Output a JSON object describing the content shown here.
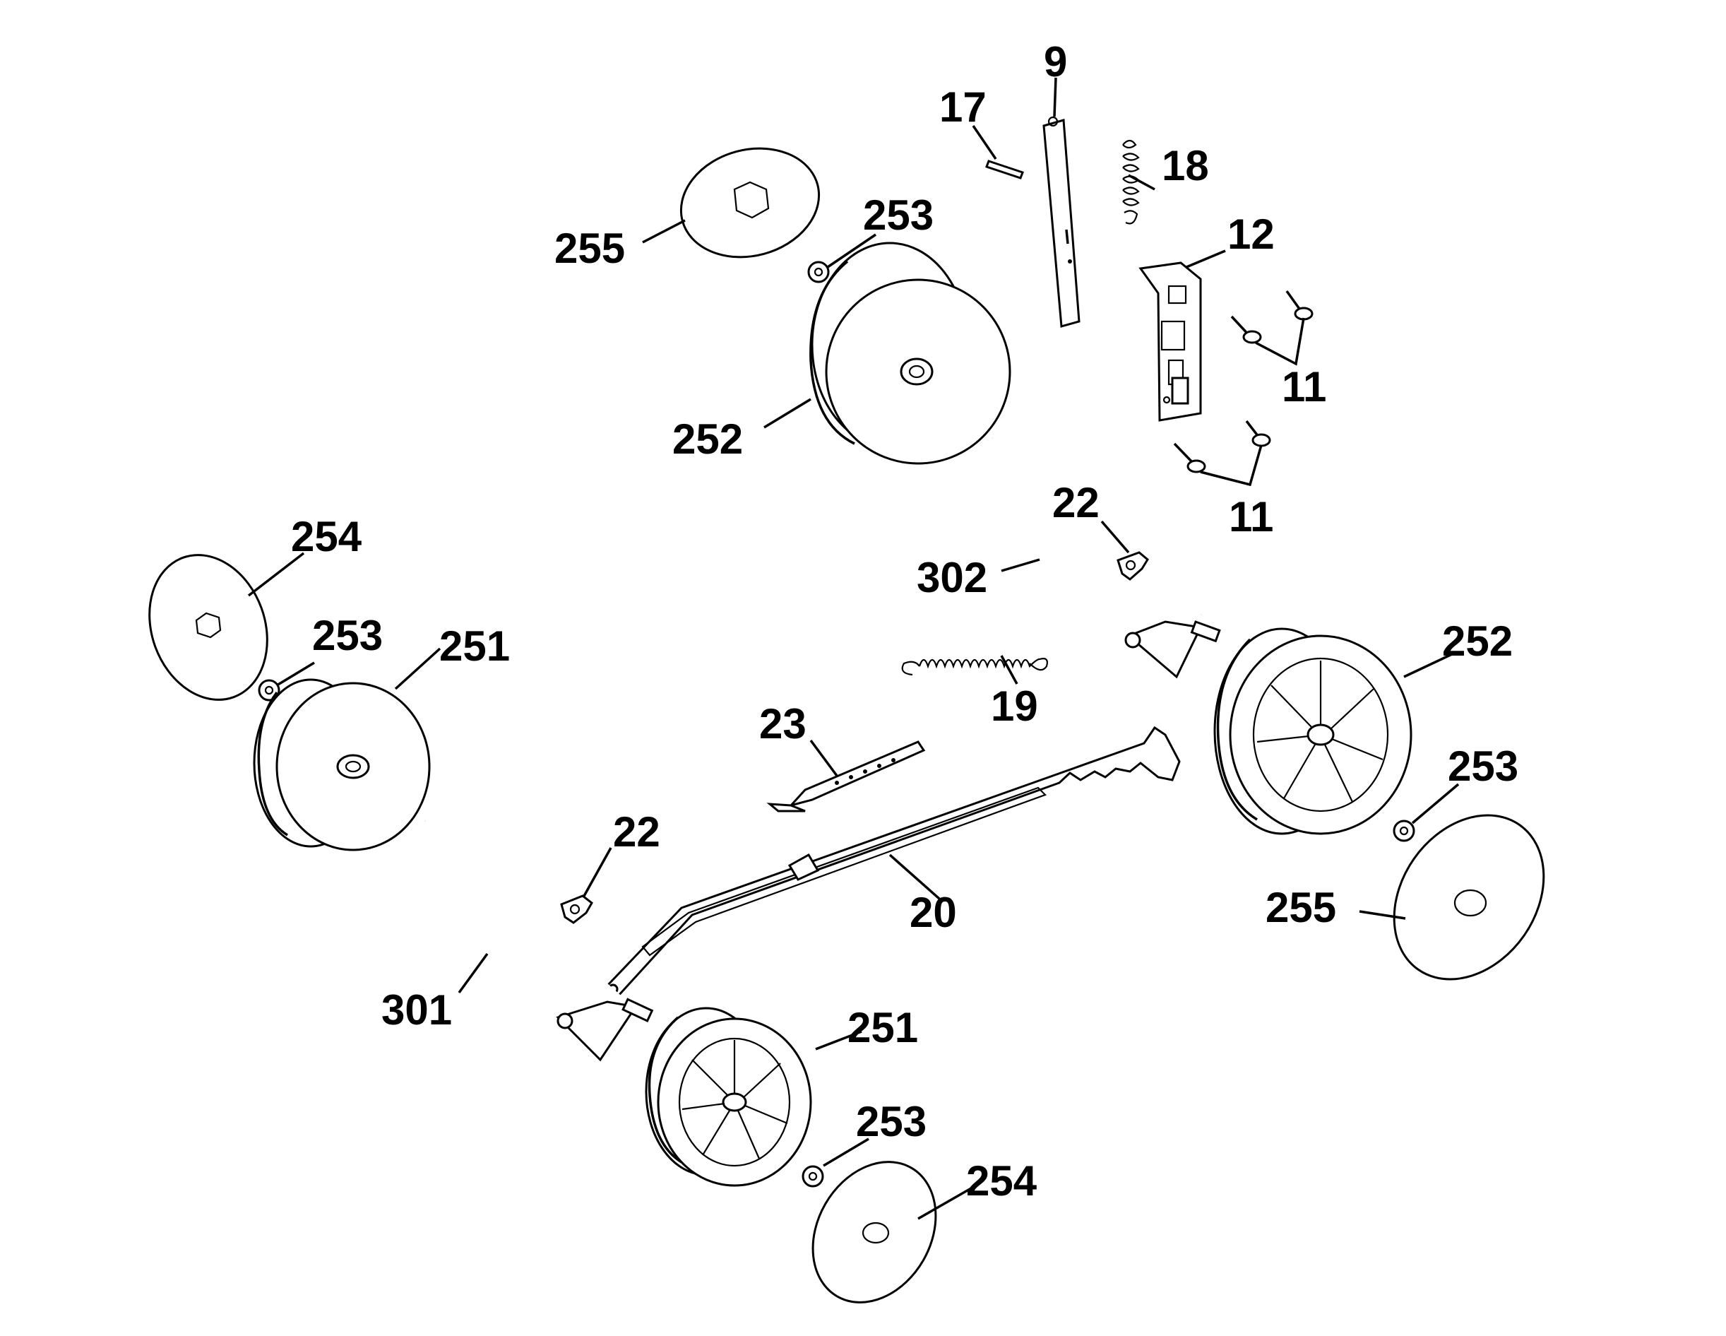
{
  "diagram": {
    "labels": {
      "p9": "9",
      "p17": "17",
      "p18": "18",
      "p12": "12",
      "p11_upper": "11",
      "p11_lower": "11",
      "p255_top": "255",
      "p253_top": "253",
      "p252_top": "252",
      "p22_right": "22",
      "p302": "302",
      "p254_left": "254",
      "p253_left": "253",
      "p251_left": "251",
      "p19": "19",
      "p23": "23",
      "p22_left": "22",
      "p20": "20",
      "p301": "301",
      "p251_bottom": "251",
      "p253_bottom": "253",
      "p254_bottom": "254",
      "p252_right": "252",
      "p253_right": "253",
      "p255_right": "255"
    }
  }
}
